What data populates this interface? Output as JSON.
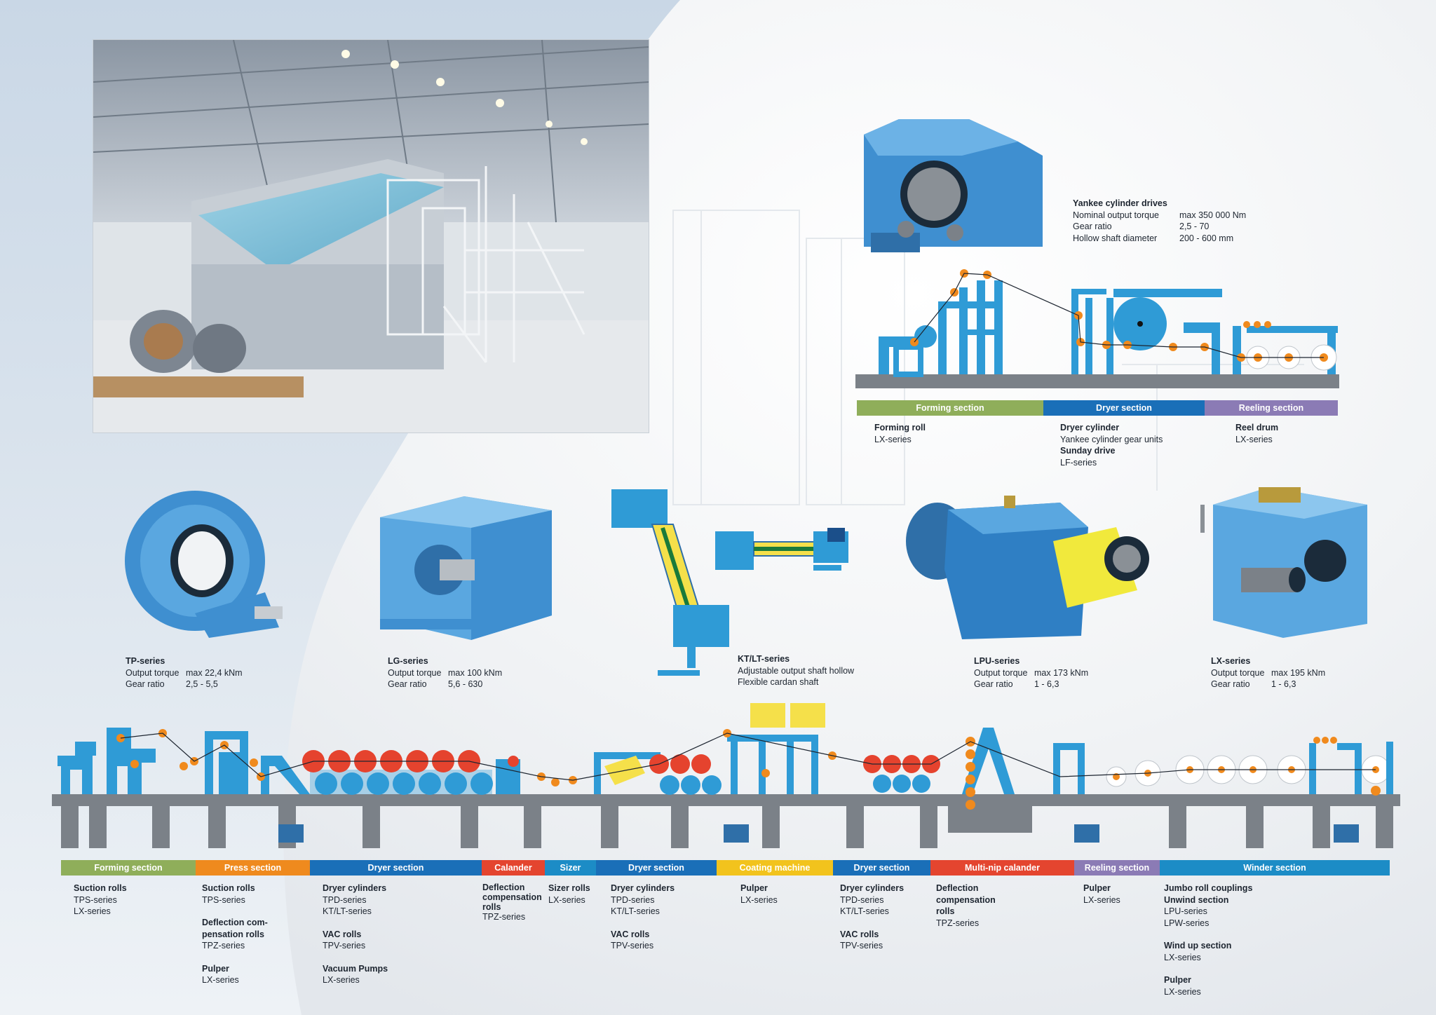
{
  "top_products": {
    "yankee": {
      "title": "Yankee cylinder drives",
      "rows": [
        {
          "k": "Nominal output torque",
          "v": "max 350 000 Nm"
        },
        {
          "k": "Gear ratio",
          "v": "2,5 - 70"
        },
        {
          "k": "Hollow shaft diameter",
          "v": "200 - 600 mm"
        }
      ]
    }
  },
  "top_bar": {
    "segments": [
      {
        "label": "Forming section",
        "color": "#8fae5a"
      },
      {
        "label": "Dryer section",
        "color": "#1a6fb8"
      },
      {
        "label": "Reeling section",
        "color": "#8b7bb5"
      }
    ],
    "columns": [
      {
        "lines": [
          {
            "t": "Forming roll",
            "b": true
          },
          {
            "t": "LX-series",
            "b": false
          }
        ]
      },
      {
        "lines": [
          {
            "t": "Dryer cylinder",
            "b": true
          },
          {
            "t": "Yankee cylinder gear units",
            "b": false
          },
          {
            "t": "Sunday drive",
            "b": true
          },
          {
            "t": "LF-series",
            "b": false
          }
        ]
      },
      {
        "lines": [
          {
            "t": "Reel drum",
            "b": true
          },
          {
            "t": "LX-series",
            "b": false
          }
        ]
      }
    ]
  },
  "products": [
    {
      "title": "TP-series",
      "rows": [
        {
          "k": "Output torque",
          "v": "max 22,4 kNm"
        },
        {
          "k": "Gear ratio",
          "v": "2,5 - 5,5"
        }
      ]
    },
    {
      "title": "LG-series",
      "rows": [
        {
          "k": "Output torque",
          "v": "max 100 kNm"
        },
        {
          "k": "Gear ratio",
          "v": "5,6 - 630"
        }
      ]
    },
    {
      "title": "KT/LT-series",
      "lines": [
        "Adjustable output shaft hollow",
        "Flexible cardan shaft"
      ]
    },
    {
      "title": "LPU-series",
      "rows": [
        {
          "k": "Output torque",
          "v": "max 173 kNm"
        },
        {
          "k": "Gear ratio",
          "v": "1 - 6,3"
        }
      ]
    },
    {
      "title": "LX-series",
      "rows": [
        {
          "k": "Output torque",
          "v": "max 195 kNm"
        },
        {
          "k": "Gear ratio",
          "v": "1 - 6,3"
        }
      ]
    }
  ],
  "bottom_bar": {
    "segments": [
      {
        "label": "Forming section",
        "color": "#8fae5a"
      },
      {
        "label": "Press section",
        "color": "#ef8a1e"
      },
      {
        "label": "Dryer section",
        "color": "#1a6fb8"
      },
      {
        "label": "Calander",
        "color": "#e4452f"
      },
      {
        "label": "Sizer",
        "color": "#1c8cc6"
      },
      {
        "label": "Dryer section",
        "color": "#1a6fb8"
      },
      {
        "label": "Coating machine",
        "color": "#f2c31d"
      },
      {
        "label": "Dryer section",
        "color": "#1a6fb8"
      },
      {
        "label": "Multi-nip calander",
        "color": "#e4452f"
      },
      {
        "label": "Reeling section",
        "color": "#8b7bb5"
      },
      {
        "label": "Winder section",
        "color": "#1c8cc6"
      }
    ],
    "columns": [
      {
        "groups": [
          [
            {
              "t": "Suction rolls",
              "b": true
            },
            {
              "t": "TPS-series",
              "b": false
            },
            {
              "t": "LX-series",
              "b": false
            }
          ]
        ]
      },
      {
        "groups": [
          [
            {
              "t": "Suction rolls",
              "b": true
            },
            {
              "t": "TPS-series",
              "b": false
            }
          ],
          [
            {
              "t": "Deflection com-",
              "b": true
            },
            {
              "t": "pensation rolls",
              "b": true
            },
            {
              "t": "TPZ-series",
              "b": false
            }
          ],
          [
            {
              "t": "Pulper",
              "b": true
            },
            {
              "t": "LX-series",
              "b": false
            }
          ]
        ]
      },
      {
        "groups": [
          [
            {
              "t": "Dryer cylinders",
              "b": true
            },
            {
              "t": "TPD-series",
              "b": false
            },
            {
              "t": "KT/LT-series",
              "b": false
            }
          ],
          [
            {
              "t": "VAC rolls",
              "b": true
            },
            {
              "t": "TPV-series",
              "b": false
            }
          ],
          [
            {
              "t": "Vacuum Pumps",
              "b": true
            },
            {
              "t": "LX-series",
              "b": false
            }
          ]
        ]
      },
      {
        "groups": [
          [
            {
              "t": "Deflection",
              "b": true
            },
            {
              "t": "compensation",
              "b": true
            },
            {
              "t": "rolls",
              "b": true
            },
            {
              "t": "TPZ-series",
              "b": false
            }
          ]
        ]
      },
      {
        "groups": [
          [
            {
              "t": "Sizer rolls",
              "b": true
            },
            {
              "t": "LX-series",
              "b": false
            }
          ]
        ]
      },
      {
        "groups": [
          [
            {
              "t": "Dryer cylinders",
              "b": true
            },
            {
              "t": "TPD-series",
              "b": false
            },
            {
              "t": "KT/LT-series",
              "b": false
            }
          ],
          [
            {
              "t": "VAC rolls",
              "b": true
            },
            {
              "t": "TPV-series",
              "b": false
            }
          ]
        ]
      },
      {
        "groups": [
          [
            {
              "t": "Pulper",
              "b": true
            },
            {
              "t": "LX-series",
              "b": false
            }
          ]
        ]
      },
      {
        "groups": [
          [
            {
              "t": "Dryer cylinders",
              "b": true
            },
            {
              "t": "TPD-series",
              "b": false
            },
            {
              "t": "KT/LT-series",
              "b": false
            }
          ],
          [
            {
              "t": "VAC rolls",
              "b": true
            },
            {
              "t": "TPV-series",
              "b": false
            }
          ]
        ]
      },
      {
        "groups": [
          [
            {
              "t": "Deflection",
              "b": true
            },
            {
              "t": "compensation",
              "b": true
            },
            {
              "t": "rolls",
              "b": true
            },
            {
              "t": "TPZ-series",
              "b": false
            }
          ]
        ]
      },
      {
        "groups": [
          [
            {
              "t": "Pulper",
              "b": true
            },
            {
              "t": "LX-series",
              "b": false
            }
          ]
        ]
      },
      {
        "groups": [
          [
            {
              "t": "Jumbo roll couplings",
              "b": true
            },
            {
              "t": "Unwind section",
              "b": true
            },
            {
              "t": "LPU-series",
              "b": false
            },
            {
              "t": "LPW-series",
              "b": false
            }
          ],
          [
            {
              "t": "Wind up section",
              "b": true
            },
            {
              "t": "LX-series",
              "b": false
            }
          ],
          [
            {
              "t": "Pulper",
              "b": true
            },
            {
              "t": "LX-series",
              "b": false
            }
          ]
        ]
      }
    ]
  },
  "colors": {
    "machine_blue": "#2f9bd6",
    "gear_blue": "#3f8fd0",
    "roll_red": "#e5432e",
    "roll_orange": "#f08a1d",
    "base_grey": "#7b8188",
    "yellow": "#f5e04a"
  }
}
